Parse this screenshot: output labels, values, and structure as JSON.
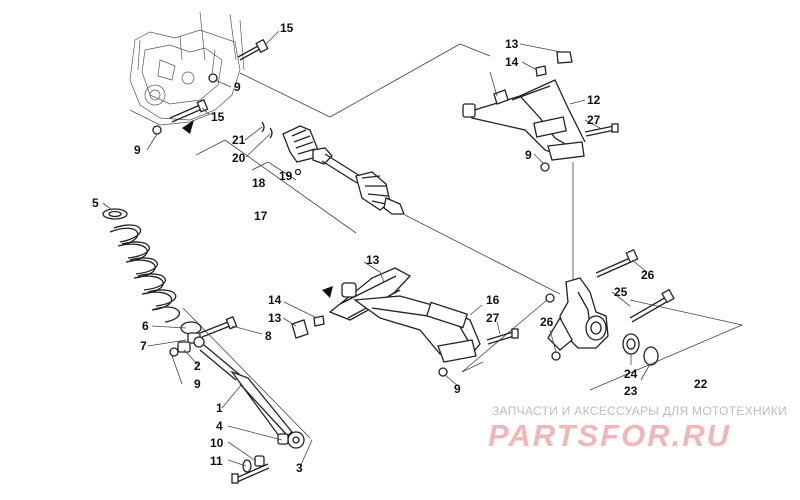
{
  "callouts": [
    {
      "id": "15a",
      "text": "15"
    },
    {
      "id": "9a",
      "text": "9"
    },
    {
      "id": "15b",
      "text": "15"
    },
    {
      "id": "9b",
      "text": "9"
    },
    {
      "id": "21",
      "text": "21"
    },
    {
      "id": "20",
      "text": "20"
    },
    {
      "id": "19",
      "text": "19"
    },
    {
      "id": "18",
      "text": "18"
    },
    {
      "id": "17",
      "text": "17"
    },
    {
      "id": "13a",
      "text": "13"
    },
    {
      "id": "14a",
      "text": "14"
    },
    {
      "id": "12",
      "text": "12"
    },
    {
      "id": "27a",
      "text": "27"
    },
    {
      "id": "9c",
      "text": "9"
    },
    {
      "id": "5",
      "text": "5"
    },
    {
      "id": "6",
      "text": "6"
    },
    {
      "id": "7",
      "text": "7"
    },
    {
      "id": "2",
      "text": "2"
    },
    {
      "id": "9d",
      "text": "9"
    },
    {
      "id": "8",
      "text": "8"
    },
    {
      "id": "1",
      "text": "1"
    },
    {
      "id": "4",
      "text": "4"
    },
    {
      "id": "10",
      "text": "10"
    },
    {
      "id": "11",
      "text": "11"
    },
    {
      "id": "3",
      "text": "3"
    },
    {
      "id": "13b",
      "text": "13"
    },
    {
      "id": "14b",
      "text": "14"
    },
    {
      "id": "13c",
      "text": "13"
    },
    {
      "id": "16",
      "text": "16"
    },
    {
      "id": "27b",
      "text": "27"
    },
    {
      "id": "9e",
      "text": "9"
    },
    {
      "id": "26a",
      "text": "26"
    },
    {
      "id": "25",
      "text": "25"
    },
    {
      "id": "26b",
      "text": "26"
    },
    {
      "id": "24",
      "text": "24"
    },
    {
      "id": "23",
      "text": "23"
    },
    {
      "id": "22",
      "text": "22"
    }
  ],
  "watermark": {
    "tagline": "ЗАПЧАСТИ И АКСЕССУАРЫ ДЛЯ МОТОТЕХНИКИ",
    "brand": "PARTSFOR.RU"
  }
}
